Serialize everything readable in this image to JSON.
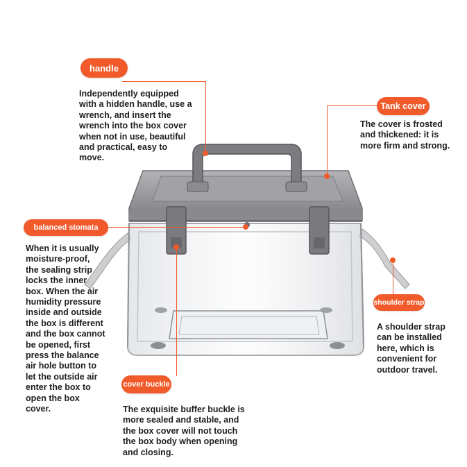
{
  "colors": {
    "accent": "#f15a2b",
    "text": "#1e1e1e",
    "lid": "#8f8f92"
  },
  "callouts": {
    "handle": {
      "label": "handle",
      "text": "Independently equipped\nwith a hidden handle, use a\nwrench, and insert the\nwrench into the box cover\nwhen not in use, beautiful\nand practical, easy to\nmove."
    },
    "tank_cover": {
      "label": "Tank cover",
      "text": "The cover is frosted\nand thickened: it is\nmore firm and strong."
    },
    "balanced_stomata": {
      "label": "balanced stomata",
      "text": "When it is usually\nmoisture-proof,\nthe sealing strip\nlocks the inner\nbox. When the air\nhumidity pressure\ninside and outside\nthe box is different\nand the box cannot\nbe opened, first\npress the balance\nair hole button to\nlet the outside air\nenter the box to\nopen the box\ncover."
    },
    "shoulder_strap": {
      "label": "shoulder strap",
      "text": "A shoulder strap\ncan be installed\nhere, which is\nconvenient for\noutdoor travel."
    },
    "cover_buckle": {
      "label": "cover buckle",
      "text": "The exquisite buffer buckle is\nmore sealed and stable, and\nthe box cover will not touch\nthe box body when opening\nand closing."
    }
  }
}
